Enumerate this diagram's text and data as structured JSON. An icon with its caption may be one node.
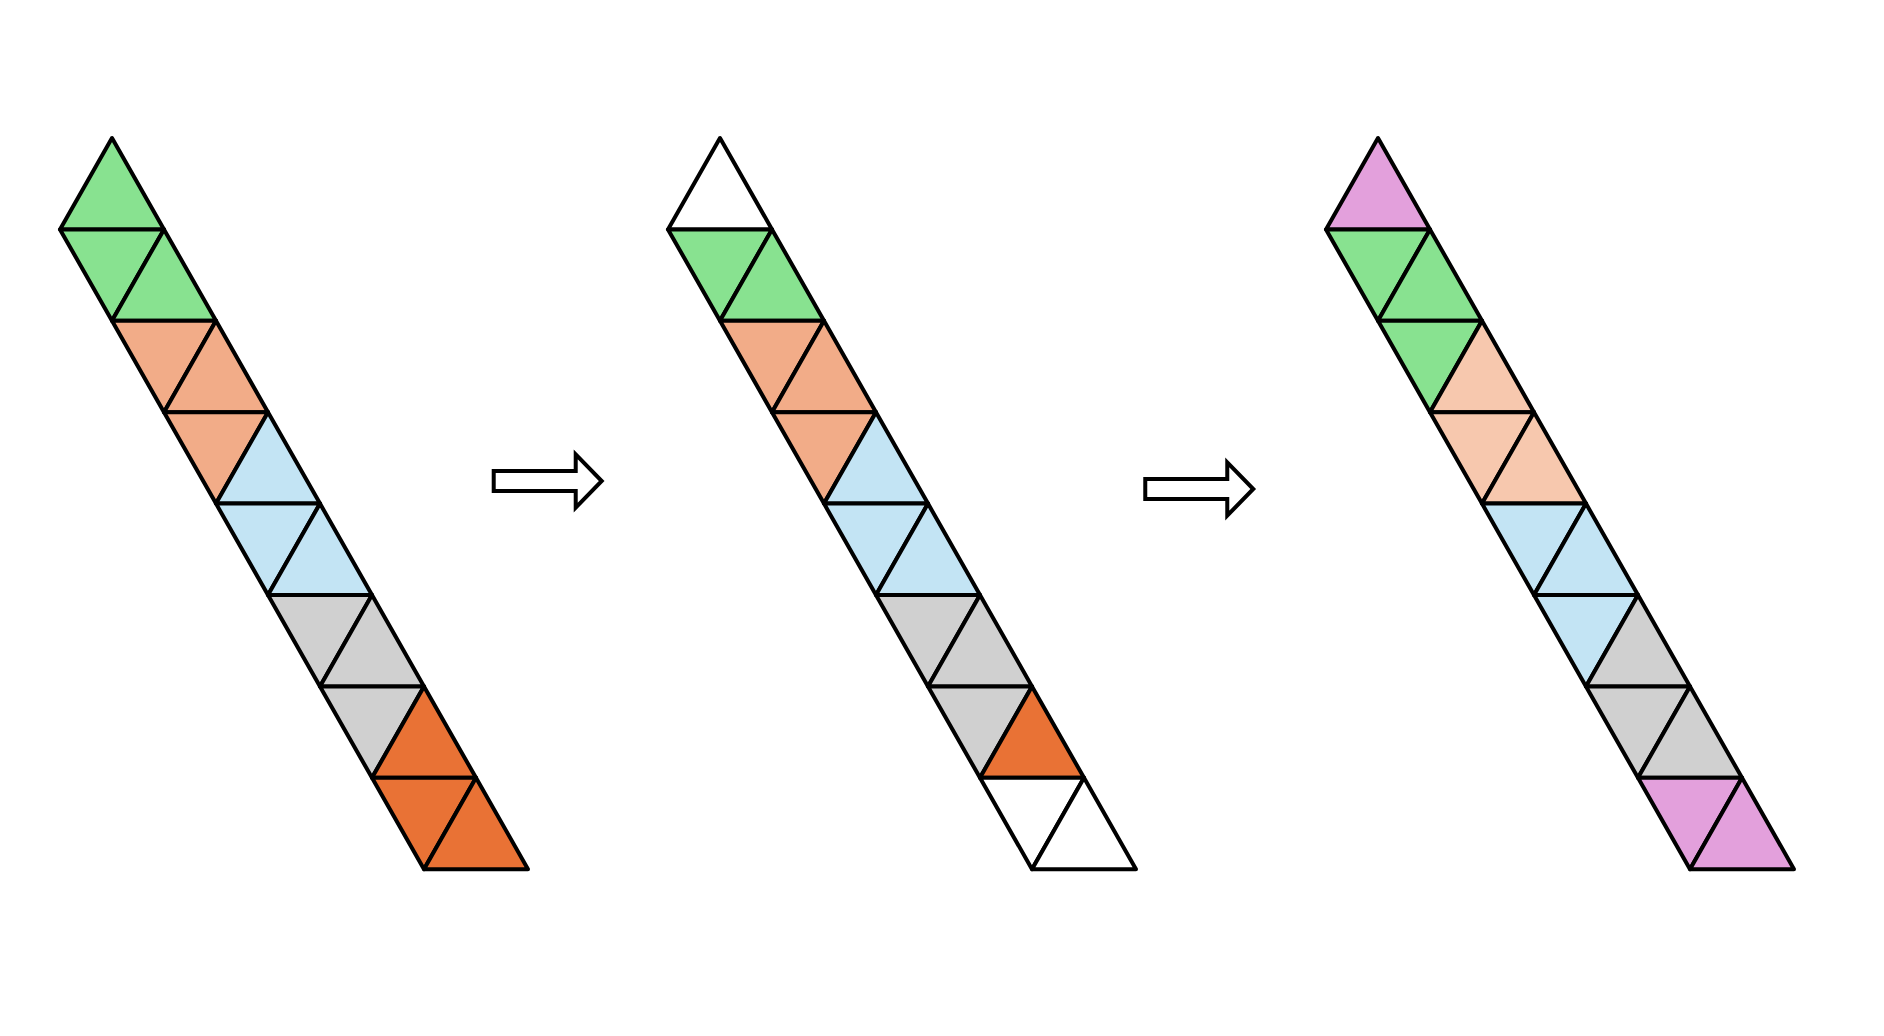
{
  "diagram": {
    "nodes": [
      {
        "text": [],
        "shape": "picture"
      },
      {
        "text": [],
        "shape": "picture"
      },
      {
        "text": [],
        "shape": "picture"
      }
    ],
    "edges": [
      {
        "from": 0,
        "to": 1,
        "arrow": "to"
      },
      {
        "from": 1,
        "to": 2,
        "arrow": "to"
      }
    ]
  }
}
